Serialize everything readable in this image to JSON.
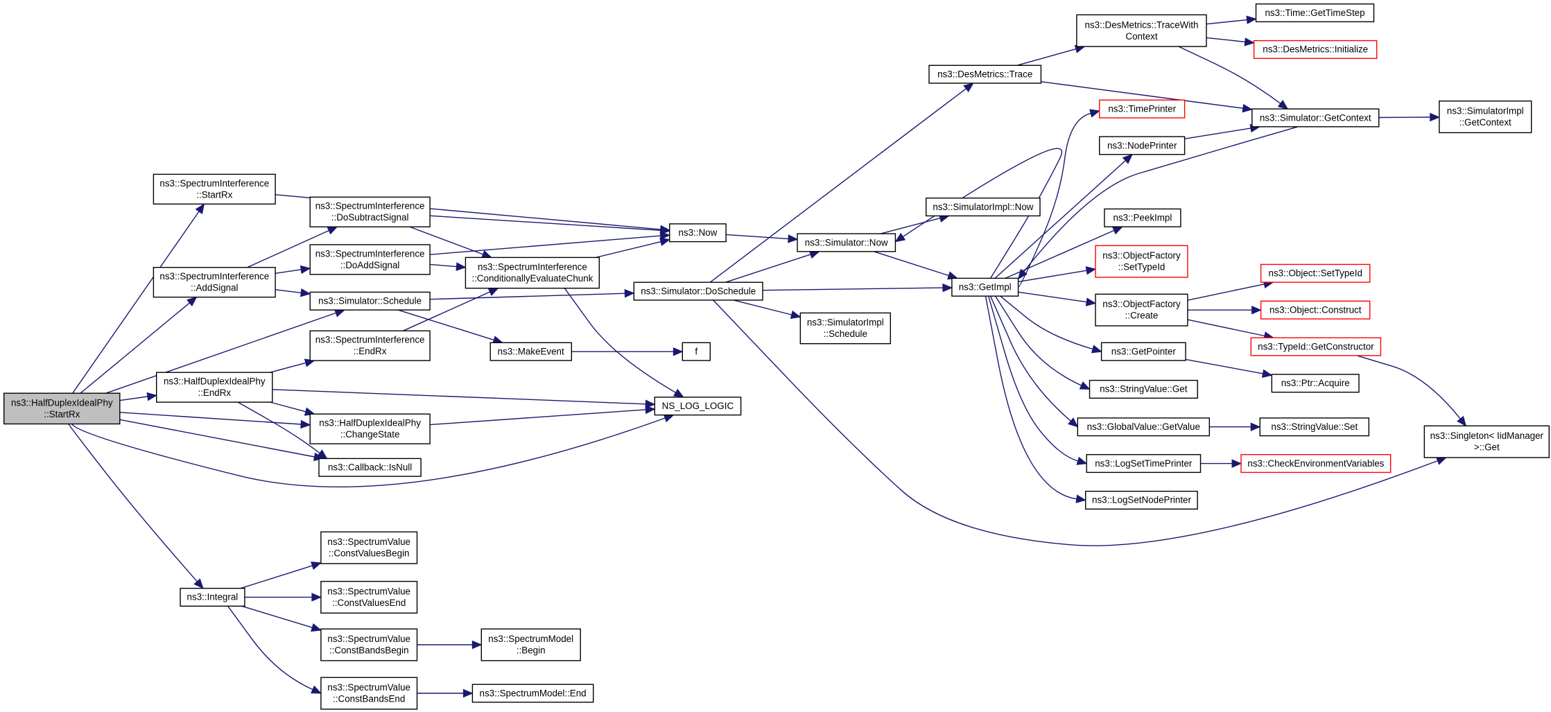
{
  "nodes": {
    "startrx": {
      "lines": [
        "ns3::HalfDuplexIdealPhy",
        "::StartRx"
      ],
      "root": true
    },
    "si_startrx": {
      "lines": [
        "ns3::SpectrumInterference",
        "::StartRx"
      ]
    },
    "si_addsignal": {
      "lines": [
        "ns3::SpectrumInterference",
        "::AddSignal"
      ]
    },
    "si_dosub": {
      "lines": [
        "ns3::SpectrumInterference",
        "::DoSubtractSignal"
      ]
    },
    "si_doadd": {
      "lines": [
        "ns3::SpectrumInterference",
        "::DoAddSignal"
      ]
    },
    "sim_schedule": {
      "lines": [
        "ns3::Simulator::Schedule"
      ]
    },
    "si_endrx": {
      "lines": [
        "ns3::SpectrumInterference",
        "::EndRx"
      ]
    },
    "hd_endrx": {
      "lines": [
        "ns3::HalfDuplexIdealPhy",
        "::EndRx"
      ]
    },
    "hd_changestate": {
      "lines": [
        "ns3::HalfDuplexIdealPhy",
        "::ChangeState"
      ]
    },
    "cb_isnull": {
      "lines": [
        "ns3::Callback::IsNull"
      ]
    },
    "now": {
      "lines": [
        "ns3::Now"
      ]
    },
    "si_cond": {
      "lines": [
        "ns3::SpectrumInterference",
        "::ConditionallyEvaluateChunk"
      ]
    },
    "makeevent": {
      "lines": [
        "ns3::MakeEvent"
      ]
    },
    "f": {
      "lines": [
        "f"
      ]
    },
    "ns_log_logic": {
      "lines": [
        "NS_LOG_LOGIC"
      ]
    },
    "sim_doschedule": {
      "lines": [
        "ns3::Simulator::DoSchedule"
      ]
    },
    "sim_now": {
      "lines": [
        "ns3::Simulator::Now"
      ]
    },
    "simimpl_now": {
      "lines": [
        "ns3::SimulatorImpl::Now"
      ]
    },
    "simimpl_schedule": {
      "lines": [
        "ns3::SimulatorImpl",
        "::Schedule"
      ]
    },
    "desm_trace": {
      "lines": [
        "ns3::DesMetrics::Trace"
      ]
    },
    "desm_tracewith": {
      "lines": [
        "ns3::DesMetrics::TraceWith",
        "Context"
      ]
    },
    "time_gettimestep": {
      "lines": [
        "ns3::Time::GetTimeStep"
      ]
    },
    "desm_init": {
      "lines": [
        "ns3::DesMetrics::Initialize"
      ],
      "truncated": true
    },
    "sim_getcontext": {
      "lines": [
        "ns3::Simulator::GetContext"
      ]
    },
    "simimpl_getcontext": {
      "lines": [
        "ns3::SimulatorImpl",
        "::GetContext"
      ]
    },
    "timeprinter": {
      "lines": [
        "ns3::TimePrinter"
      ],
      "truncated": true
    },
    "nodeprinter": {
      "lines": [
        "ns3::NodePrinter"
      ]
    },
    "peekimpl": {
      "lines": [
        "ns3::PeekImpl"
      ]
    },
    "of_settypeid": {
      "lines": [
        "ns3::ObjectFactory",
        "::SetTypeId"
      ],
      "truncated": true
    },
    "getimpl": {
      "lines": [
        "ns3::GetImpl"
      ]
    },
    "of_create": {
      "lines": [
        "ns3::ObjectFactory",
        "::Create"
      ]
    },
    "getpointer": {
      "lines": [
        "ns3::GetPointer"
      ]
    },
    "sv_get": {
      "lines": [
        "ns3::StringValue::Get"
      ]
    },
    "gv_getvalue": {
      "lines": [
        "ns3::GlobalValue::GetValue"
      ]
    },
    "logsettimeprinter": {
      "lines": [
        "ns3::LogSetTimePrinter"
      ]
    },
    "logsetnodeprinter": {
      "lines": [
        "ns3::LogSetNodePrinter"
      ]
    },
    "obj_settypeid": {
      "lines": [
        "ns3::Object::SetTypeId"
      ],
      "truncated": true
    },
    "obj_construct": {
      "lines": [
        "ns3::Object::Construct"
      ],
      "truncated": true
    },
    "typeid_getctor": {
      "lines": [
        "ns3::TypeId::GetConstructor"
      ],
      "truncated": true
    },
    "ptr_acquire": {
      "lines": [
        "ns3::Ptr::Acquire"
      ]
    },
    "sv_set": {
      "lines": [
        "ns3::StringValue::Set"
      ]
    },
    "checkenv": {
      "lines": [
        "ns3::CheckEnvironmentVariables"
      ],
      "truncated": true
    },
    "singleton_get": {
      "lines": [
        "ns3::Singleton< IidManager",
        ">::Get"
      ]
    },
    "integral": {
      "lines": [
        "ns3::Integral"
      ]
    },
    "sv_cvbegin": {
      "lines": [
        "ns3::SpectrumValue",
        "::ConstValuesBegin"
      ]
    },
    "sv_cvend": {
      "lines": [
        "ns3::SpectrumValue",
        "::ConstValuesEnd"
      ]
    },
    "sv_cbbegin": {
      "lines": [
        "ns3::SpectrumValue",
        "::ConstBandsBegin"
      ]
    },
    "sv_cbend": {
      "lines": [
        "ns3::SpectrumValue",
        "::ConstBandsEnd"
      ]
    },
    "sm_begin": {
      "lines": [
        "ns3::SpectrumModel",
        "::Begin"
      ]
    },
    "sm_end": {
      "lines": [
        "ns3::SpectrumModel::End"
      ]
    }
  },
  "edges": [
    [
      "startrx",
      "si_startrx"
    ],
    [
      "startrx",
      "si_addsignal"
    ],
    [
      "startrx",
      "sim_schedule"
    ],
    [
      "startrx",
      "hd_endrx"
    ],
    [
      "startrx",
      "hd_changestate"
    ],
    [
      "startrx",
      "cb_isnull"
    ],
    [
      "startrx",
      "ns_log_logic"
    ],
    [
      "startrx",
      "integral"
    ],
    [
      "si_startrx",
      "now"
    ],
    [
      "si_addsignal",
      "si_dosub"
    ],
    [
      "si_addsignal",
      "si_doadd"
    ],
    [
      "si_addsignal",
      "sim_schedule"
    ],
    [
      "si_dosub",
      "now"
    ],
    [
      "si_dosub",
      "si_cond"
    ],
    [
      "si_doadd",
      "now"
    ],
    [
      "si_doadd",
      "si_cond"
    ],
    [
      "sim_schedule",
      "sim_doschedule"
    ],
    [
      "sim_schedule",
      "makeevent"
    ],
    [
      "si_endrx",
      "si_cond"
    ],
    [
      "hd_endrx",
      "si_endrx"
    ],
    [
      "hd_endrx",
      "hd_changestate"
    ],
    [
      "hd_endrx",
      "cb_isnull"
    ],
    [
      "hd_endrx",
      "ns_log_logic"
    ],
    [
      "hd_changestate",
      "ns_log_logic"
    ],
    [
      "si_cond",
      "now"
    ],
    [
      "si_cond",
      "ns_log_logic"
    ],
    [
      "makeevent",
      "f"
    ],
    [
      "now",
      "sim_now"
    ],
    [
      "sim_doschedule",
      "sim_now"
    ],
    [
      "sim_doschedule",
      "desm_trace"
    ],
    [
      "sim_doschedule",
      "getimpl"
    ],
    [
      "sim_doschedule",
      "simimpl_schedule"
    ],
    [
      "sim_doschedule",
      "singleton_get"
    ],
    [
      "sim_now",
      "simimpl_now"
    ],
    [
      "sim_now",
      "getimpl"
    ],
    [
      "desm_trace",
      "desm_tracewith"
    ],
    [
      "desm_trace",
      "sim_getcontext"
    ],
    [
      "desm_tracewith",
      "time_gettimestep"
    ],
    [
      "desm_tracewith",
      "desm_init"
    ],
    [
      "desm_tracewith",
      "sim_getcontext"
    ],
    [
      "sim_getcontext",
      "simimpl_getcontext"
    ],
    [
      "sim_getcontext",
      "getimpl"
    ],
    [
      "nodeprinter",
      "sim_getcontext"
    ],
    [
      "getimpl",
      "sim_now"
    ],
    [
      "getimpl",
      "timeprinter"
    ],
    [
      "getimpl",
      "nodeprinter"
    ],
    [
      "getimpl",
      "peekimpl"
    ],
    [
      "getimpl",
      "of_settypeid"
    ],
    [
      "getimpl",
      "of_create"
    ],
    [
      "getimpl",
      "getpointer"
    ],
    [
      "getimpl",
      "sv_get"
    ],
    [
      "getimpl",
      "gv_getvalue"
    ],
    [
      "getimpl",
      "logsettimeprinter"
    ],
    [
      "getimpl",
      "logsetnodeprinter"
    ],
    [
      "of_create",
      "obj_settypeid"
    ],
    [
      "of_create",
      "obj_construct"
    ],
    [
      "of_create",
      "typeid_getctor"
    ],
    [
      "typeid_getctor",
      "singleton_get"
    ],
    [
      "getpointer",
      "ptr_acquire"
    ],
    [
      "gv_getvalue",
      "sv_set"
    ],
    [
      "logsettimeprinter",
      "checkenv"
    ],
    [
      "integral",
      "sv_cvbegin"
    ],
    [
      "integral",
      "sv_cvend"
    ],
    [
      "integral",
      "sv_cbbegin"
    ],
    [
      "integral",
      "sv_cbend"
    ],
    [
      "sv_cbbegin",
      "sm_begin"
    ],
    [
      "sv_cbend",
      "sm_end"
    ]
  ]
}
